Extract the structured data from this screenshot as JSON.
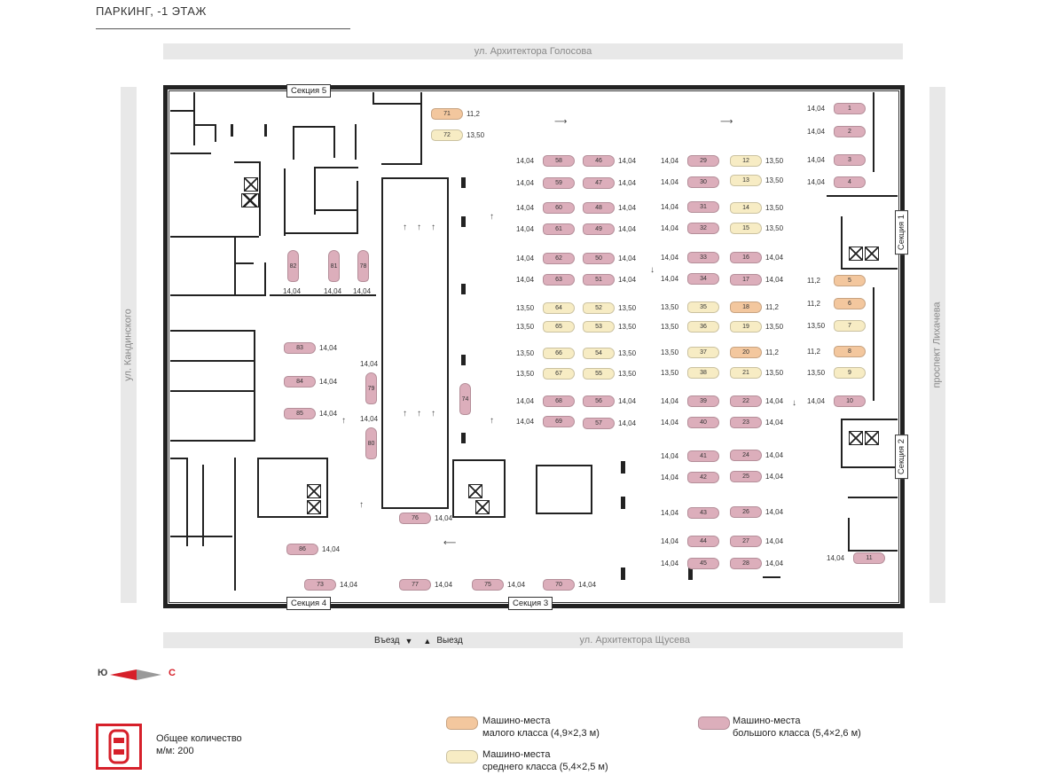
{
  "title": "ПАРКИНГ, -1 ЭТАЖ",
  "streets": {
    "top": "ул. Архитектора Голосова",
    "bottom": "ул. Архитектора Щусева",
    "left": "ул. Кандинского",
    "right": "проспект Лихачева"
  },
  "sections": {
    "s5": "Секция 5",
    "s4": "Секция 4",
    "s3": "Секция 3",
    "s1": "Секция 1",
    "s2": "Секция 2"
  },
  "entry": {
    "in_label": "Въезд",
    "out_label": "Выезд"
  },
  "compass": {
    "south": "Ю",
    "north": "С"
  },
  "legend": {
    "total_label": "Общее количество",
    "total_value": "м/м: 200",
    "small_title": "Машино-места",
    "small_sub": "малого класса (4,9×2,3 м)",
    "medium_title": "Машино-места",
    "medium_sub": "среднего класса (5,4×2,5 м)",
    "large_title": "Машино-места",
    "large_sub": "большого класса (5,4×2,6 м)"
  },
  "colors": {
    "large": "#dcaebb",
    "medium": "#f7ecc4",
    "small": "#f3c79e",
    "accent": "#d6202a"
  },
  "spots": [
    {
      "n": "71",
      "cls": "small",
      "area": "11,2"
    },
    {
      "n": "72",
      "cls": "medium",
      "area": "13,50"
    },
    {
      "n": "58",
      "cls": "large",
      "area": "14,04"
    },
    {
      "n": "59",
      "cls": "large",
      "area": "14,04"
    },
    {
      "n": "60",
      "cls": "large",
      "area": "14,04"
    },
    {
      "n": "61",
      "cls": "large",
      "area": "14,04"
    },
    {
      "n": "62",
      "cls": "large",
      "area": "14,04"
    },
    {
      "n": "63",
      "cls": "large",
      "area": "14,04"
    },
    {
      "n": "64",
      "cls": "medium",
      "area": "13,50"
    },
    {
      "n": "65",
      "cls": "medium",
      "area": "13,50"
    },
    {
      "n": "66",
      "cls": "medium",
      "area": "13,50"
    },
    {
      "n": "67",
      "cls": "medium",
      "area": "13,50"
    },
    {
      "n": "68",
      "cls": "large",
      "area": "14,04"
    },
    {
      "n": "69",
      "cls": "large",
      "area": "14,04"
    },
    {
      "n": "46",
      "cls": "large",
      "area": "14,04"
    },
    {
      "n": "47",
      "cls": "large",
      "area": "14,04"
    },
    {
      "n": "48",
      "cls": "large",
      "area": "14,04"
    },
    {
      "n": "49",
      "cls": "large",
      "area": "14,04"
    },
    {
      "n": "50",
      "cls": "large",
      "area": "14,04"
    },
    {
      "n": "51",
      "cls": "large",
      "area": "14,04"
    },
    {
      "n": "52",
      "cls": "medium",
      "area": "13,50"
    },
    {
      "n": "53",
      "cls": "medium",
      "area": "13,50"
    },
    {
      "n": "54",
      "cls": "medium",
      "area": "13,50"
    },
    {
      "n": "55",
      "cls": "medium",
      "area": "13,50"
    },
    {
      "n": "56",
      "cls": "large",
      "area": "14,04"
    },
    {
      "n": "57",
      "cls": "large",
      "area": "14,04"
    },
    {
      "n": "29",
      "cls": "large",
      "area": "14,04"
    },
    {
      "n": "30",
      "cls": "large",
      "area": "14,04"
    },
    {
      "n": "31",
      "cls": "large",
      "area": "14,04"
    },
    {
      "n": "32",
      "cls": "large",
      "area": "14,04"
    },
    {
      "n": "33",
      "cls": "large",
      "area": "14,04"
    },
    {
      "n": "34",
      "cls": "large",
      "area": "14,04"
    },
    {
      "n": "35",
      "cls": "medium",
      "area": "13,50"
    },
    {
      "n": "36",
      "cls": "medium",
      "area": "13,50"
    },
    {
      "n": "37",
      "cls": "medium",
      "area": "13,50"
    },
    {
      "n": "38",
      "cls": "medium",
      "area": "13,50"
    },
    {
      "n": "39",
      "cls": "large",
      "area": "14,04"
    },
    {
      "n": "40",
      "cls": "large",
      "area": "14,04"
    },
    {
      "n": "41",
      "cls": "large",
      "area": "14,04"
    },
    {
      "n": "42",
      "cls": "large",
      "area": "14,04"
    },
    {
      "n": "43",
      "cls": "large",
      "area": "14,04"
    },
    {
      "n": "44",
      "cls": "large",
      "area": "14,04"
    },
    {
      "n": "45",
      "cls": "large",
      "area": "14,04"
    },
    {
      "n": "12",
      "cls": "medium",
      "area": "13,50"
    },
    {
      "n": "13",
      "cls": "medium",
      "area": "13,50"
    },
    {
      "n": "14",
      "cls": "medium",
      "area": "13,50"
    },
    {
      "n": "15",
      "cls": "medium",
      "area": "13,50"
    },
    {
      "n": "16",
      "cls": "large",
      "area": "14,04"
    },
    {
      "n": "17",
      "cls": "large",
      "area": "14,04"
    },
    {
      "n": "18",
      "cls": "small",
      "area": "11,2"
    },
    {
      "n": "19",
      "cls": "medium",
      "area": "13,50"
    },
    {
      "n": "20",
      "cls": "small",
      "area": "11,2"
    },
    {
      "n": "21",
      "cls": "medium",
      "area": "13,50"
    },
    {
      "n": "22",
      "cls": "large",
      "area": "14,04"
    },
    {
      "n": "23",
      "cls": "large",
      "area": "14,04"
    },
    {
      "n": "24",
      "cls": "large",
      "area": "14,04"
    },
    {
      "n": "25",
      "cls": "large",
      "area": "14,04"
    },
    {
      "n": "26",
      "cls": "large",
      "area": "14,04"
    },
    {
      "n": "27",
      "cls": "large",
      "area": "14,04"
    },
    {
      "n": "28",
      "cls": "large",
      "area": "14,04"
    },
    {
      "n": "1",
      "cls": "large",
      "area": "14,04"
    },
    {
      "n": "2",
      "cls": "large",
      "area": "14,04"
    },
    {
      "n": "3",
      "cls": "large",
      "area": "14,04"
    },
    {
      "n": "4",
      "cls": "large",
      "area": "14,04"
    },
    {
      "n": "5",
      "cls": "small",
      "area": "11,2"
    },
    {
      "n": "6",
      "cls": "small",
      "area": "11,2"
    },
    {
      "n": "7",
      "cls": "medium",
      "area": "13,50"
    },
    {
      "n": "8",
      "cls": "small",
      "area": "11,2"
    },
    {
      "n": "9",
      "cls": "medium",
      "area": "13,50"
    },
    {
      "n": "10",
      "cls": "large",
      "area": "14,04"
    },
    {
      "n": "11",
      "cls": "large",
      "area": "14,04"
    },
    {
      "n": "82",
      "cls": "large",
      "area": "14,04"
    },
    {
      "n": "81",
      "cls": "large",
      "area": "14,04"
    },
    {
      "n": "78",
      "cls": "large",
      "area": "14,04"
    },
    {
      "n": "83",
      "cls": "large",
      "area": "14,04"
    },
    {
      "n": "84",
      "cls": "large",
      "area": "14,04"
    },
    {
      "n": "85",
      "cls": "large",
      "area": "14,04"
    },
    {
      "n": "79",
      "cls": "large",
      "area": "14,04"
    },
    {
      "n": "80",
      "cls": "large",
      "area": "14,04"
    },
    {
      "n": "74",
      "cls": "large",
      "area": ""
    },
    {
      "n": "76",
      "cls": "large",
      "area": "14,04"
    },
    {
      "n": "86",
      "cls": "large",
      "area": "14,04"
    },
    {
      "n": "73",
      "cls": "large",
      "area": "14,04"
    },
    {
      "n": "77",
      "cls": "large",
      "area": "14,04"
    },
    {
      "n": "75",
      "cls": "large",
      "area": "14,04"
    },
    {
      "n": "70",
      "cls": "large",
      "area": "14,04"
    }
  ]
}
